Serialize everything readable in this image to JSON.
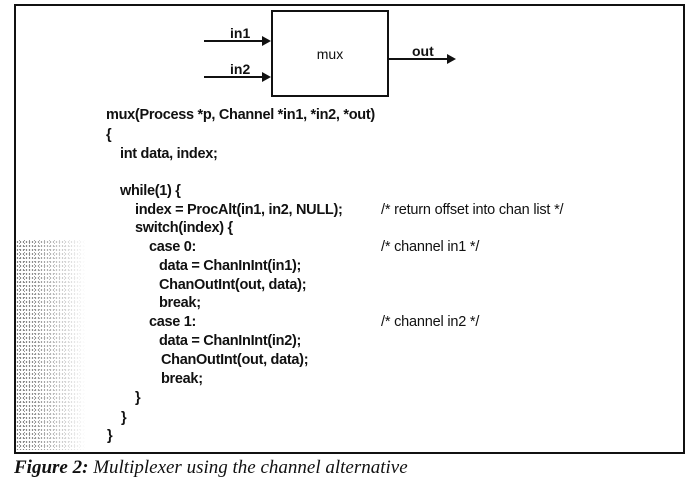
{
  "figure": {
    "label": "Figure 2:",
    "caption": "Multiplexer using the channel alternative"
  },
  "diagram": {
    "block_label": "mux",
    "inputs": [
      "in1",
      "in2"
    ],
    "output": "out"
  },
  "code": {
    "lines": [
      "mux(Process *p, Channel *in1, *in2, *out)",
      "{",
      "int data, index;",
      "while(1) {",
      "index = ProcAlt(in1, in2, NULL);",
      "switch(index) {",
      "case 0:",
      "data = ChanInInt(in1);",
      "ChanOutInt(out, data);",
      "break;",
      "case 1:",
      "data = ChanInInt(in2);",
      "ChanOutInt(out, data);",
      "break;",
      "}",
      "}",
      "}"
    ],
    "comments": [
      "/* return offset into chan list */",
      "/* channel in1 */",
      "/* channel in2 */"
    ]
  }
}
